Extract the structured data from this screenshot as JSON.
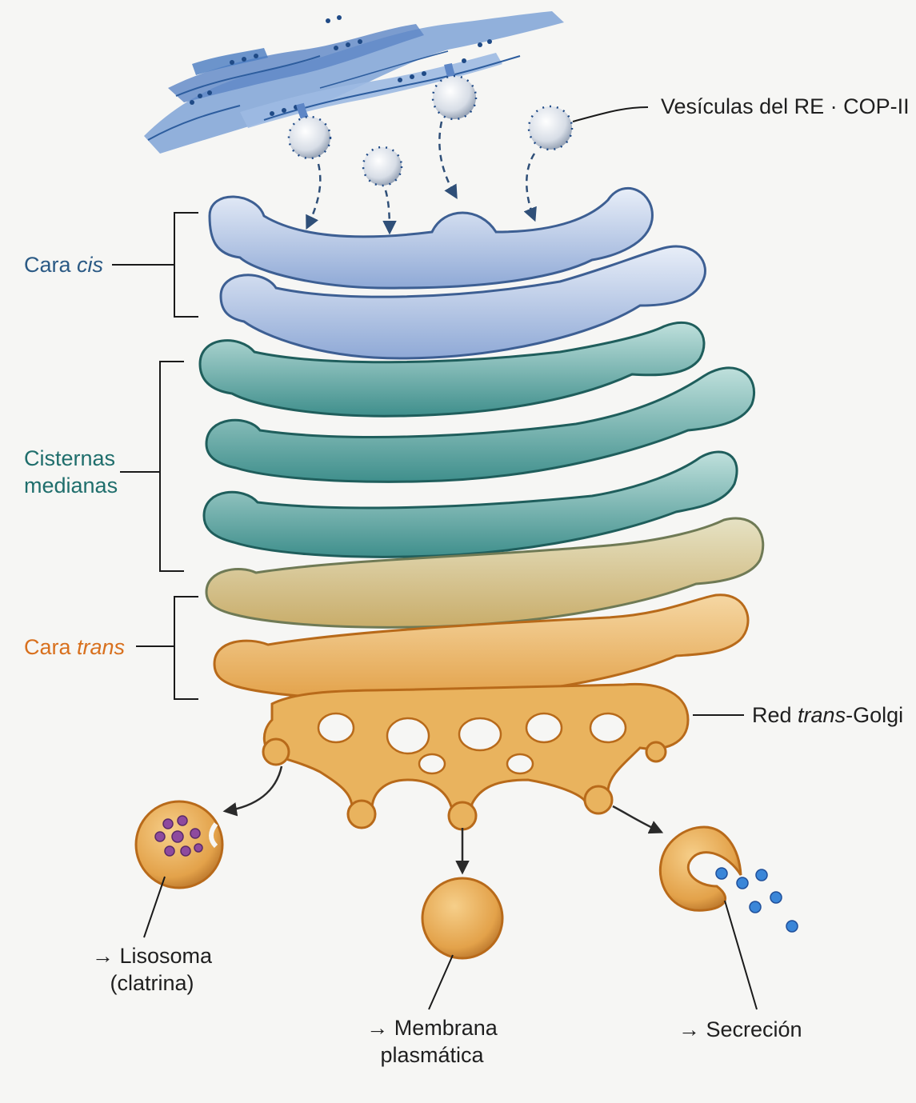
{
  "labels": {
    "er_vesicles": "Vesículas del RE · COP-II",
    "cis_prefix": "Cara ",
    "cis_em": "cis",
    "medial_line1": "Cisternas",
    "medial_line2": "medianas",
    "trans_prefix": "Cara ",
    "trans_em": "trans",
    "tgn_prefix": "Red ",
    "tgn_em": "trans",
    "tgn_suffix": "-Golgi",
    "lysosome_line1": "→ Lisosoma",
    "lysosome_line2": "(clatrina)",
    "membrane_line1": "→ Membrana",
    "membrane_line2": "plasmática",
    "secretion": "→ Secreción"
  },
  "colors": {
    "er": "#4a7cc0",
    "cis": "#8fa9d6",
    "medial": "#3f8f8c",
    "trans": "#e3a24a",
    "cis_text": "#2b5a85",
    "medial_text": "#1f6e6c",
    "trans_text": "#d8701e",
    "lysosome_cargo": "#8e4a9e",
    "secreted_granules": "#3a86d8"
  }
}
